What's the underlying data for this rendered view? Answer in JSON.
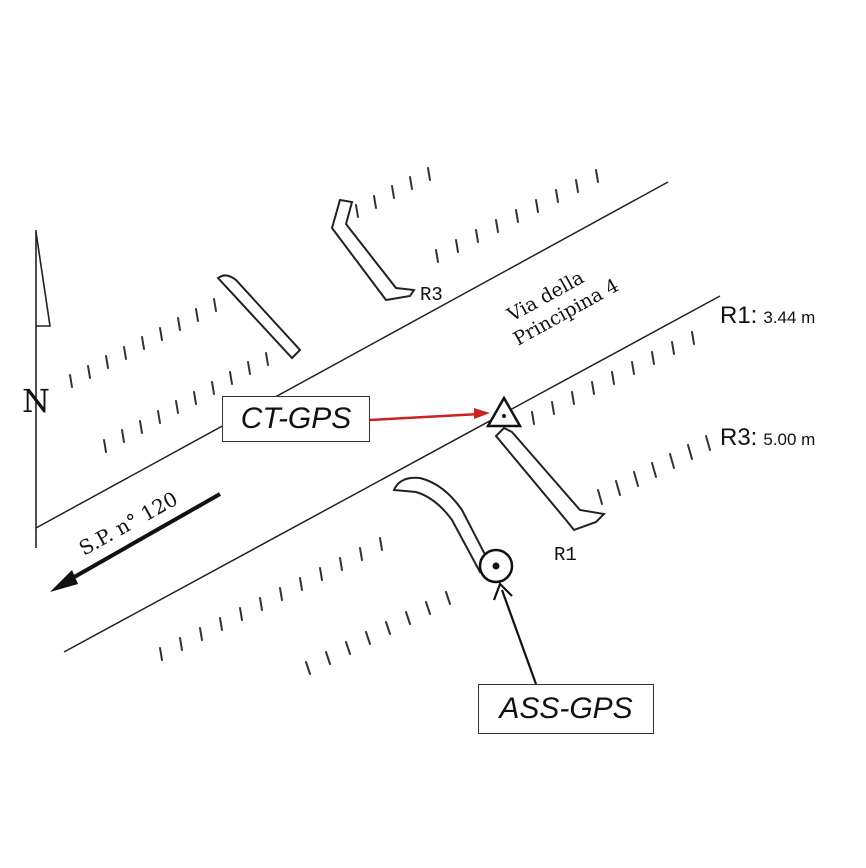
{
  "map": {
    "north_label": "N",
    "road_main_label": "S.P. n° 120",
    "road_side_label_line1": "Via della",
    "road_side_label_line2": "Principina 4",
    "ref_labels": {
      "r1": "R1",
      "r3": "R3"
    },
    "station_labels": {
      "ct": "CT-GPS",
      "ass": "ASS-GPS"
    },
    "distances": [
      {
        "prefix": "R1:",
        "value": "3.44 m"
      },
      {
        "prefix": "R3:",
        "value": "5.00 m"
      }
    ],
    "colors": {
      "line": "#222222",
      "ct_arrow": "#cc2222"
    }
  }
}
